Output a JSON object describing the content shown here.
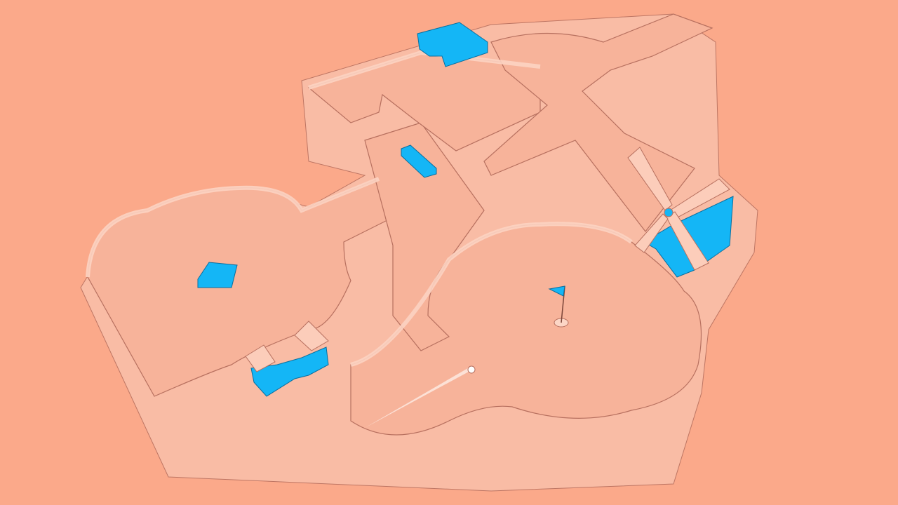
{
  "game": {
    "genre": "mini-golf",
    "colors": {
      "background": "#FBA98A",
      "floor": "#F7B39A",
      "wall_top": "#FCCDBA",
      "wall_side": "#F9BCA4",
      "outline": "#B7705F",
      "obstacle": "#14B6F6",
      "obstacle_dark": "#0A7FB8",
      "ball": "#FFFFFF"
    },
    "icons": [
      "golf-ball",
      "flag",
      "hole",
      "windmill",
      "castle-gate",
      "blue-block"
    ]
  }
}
